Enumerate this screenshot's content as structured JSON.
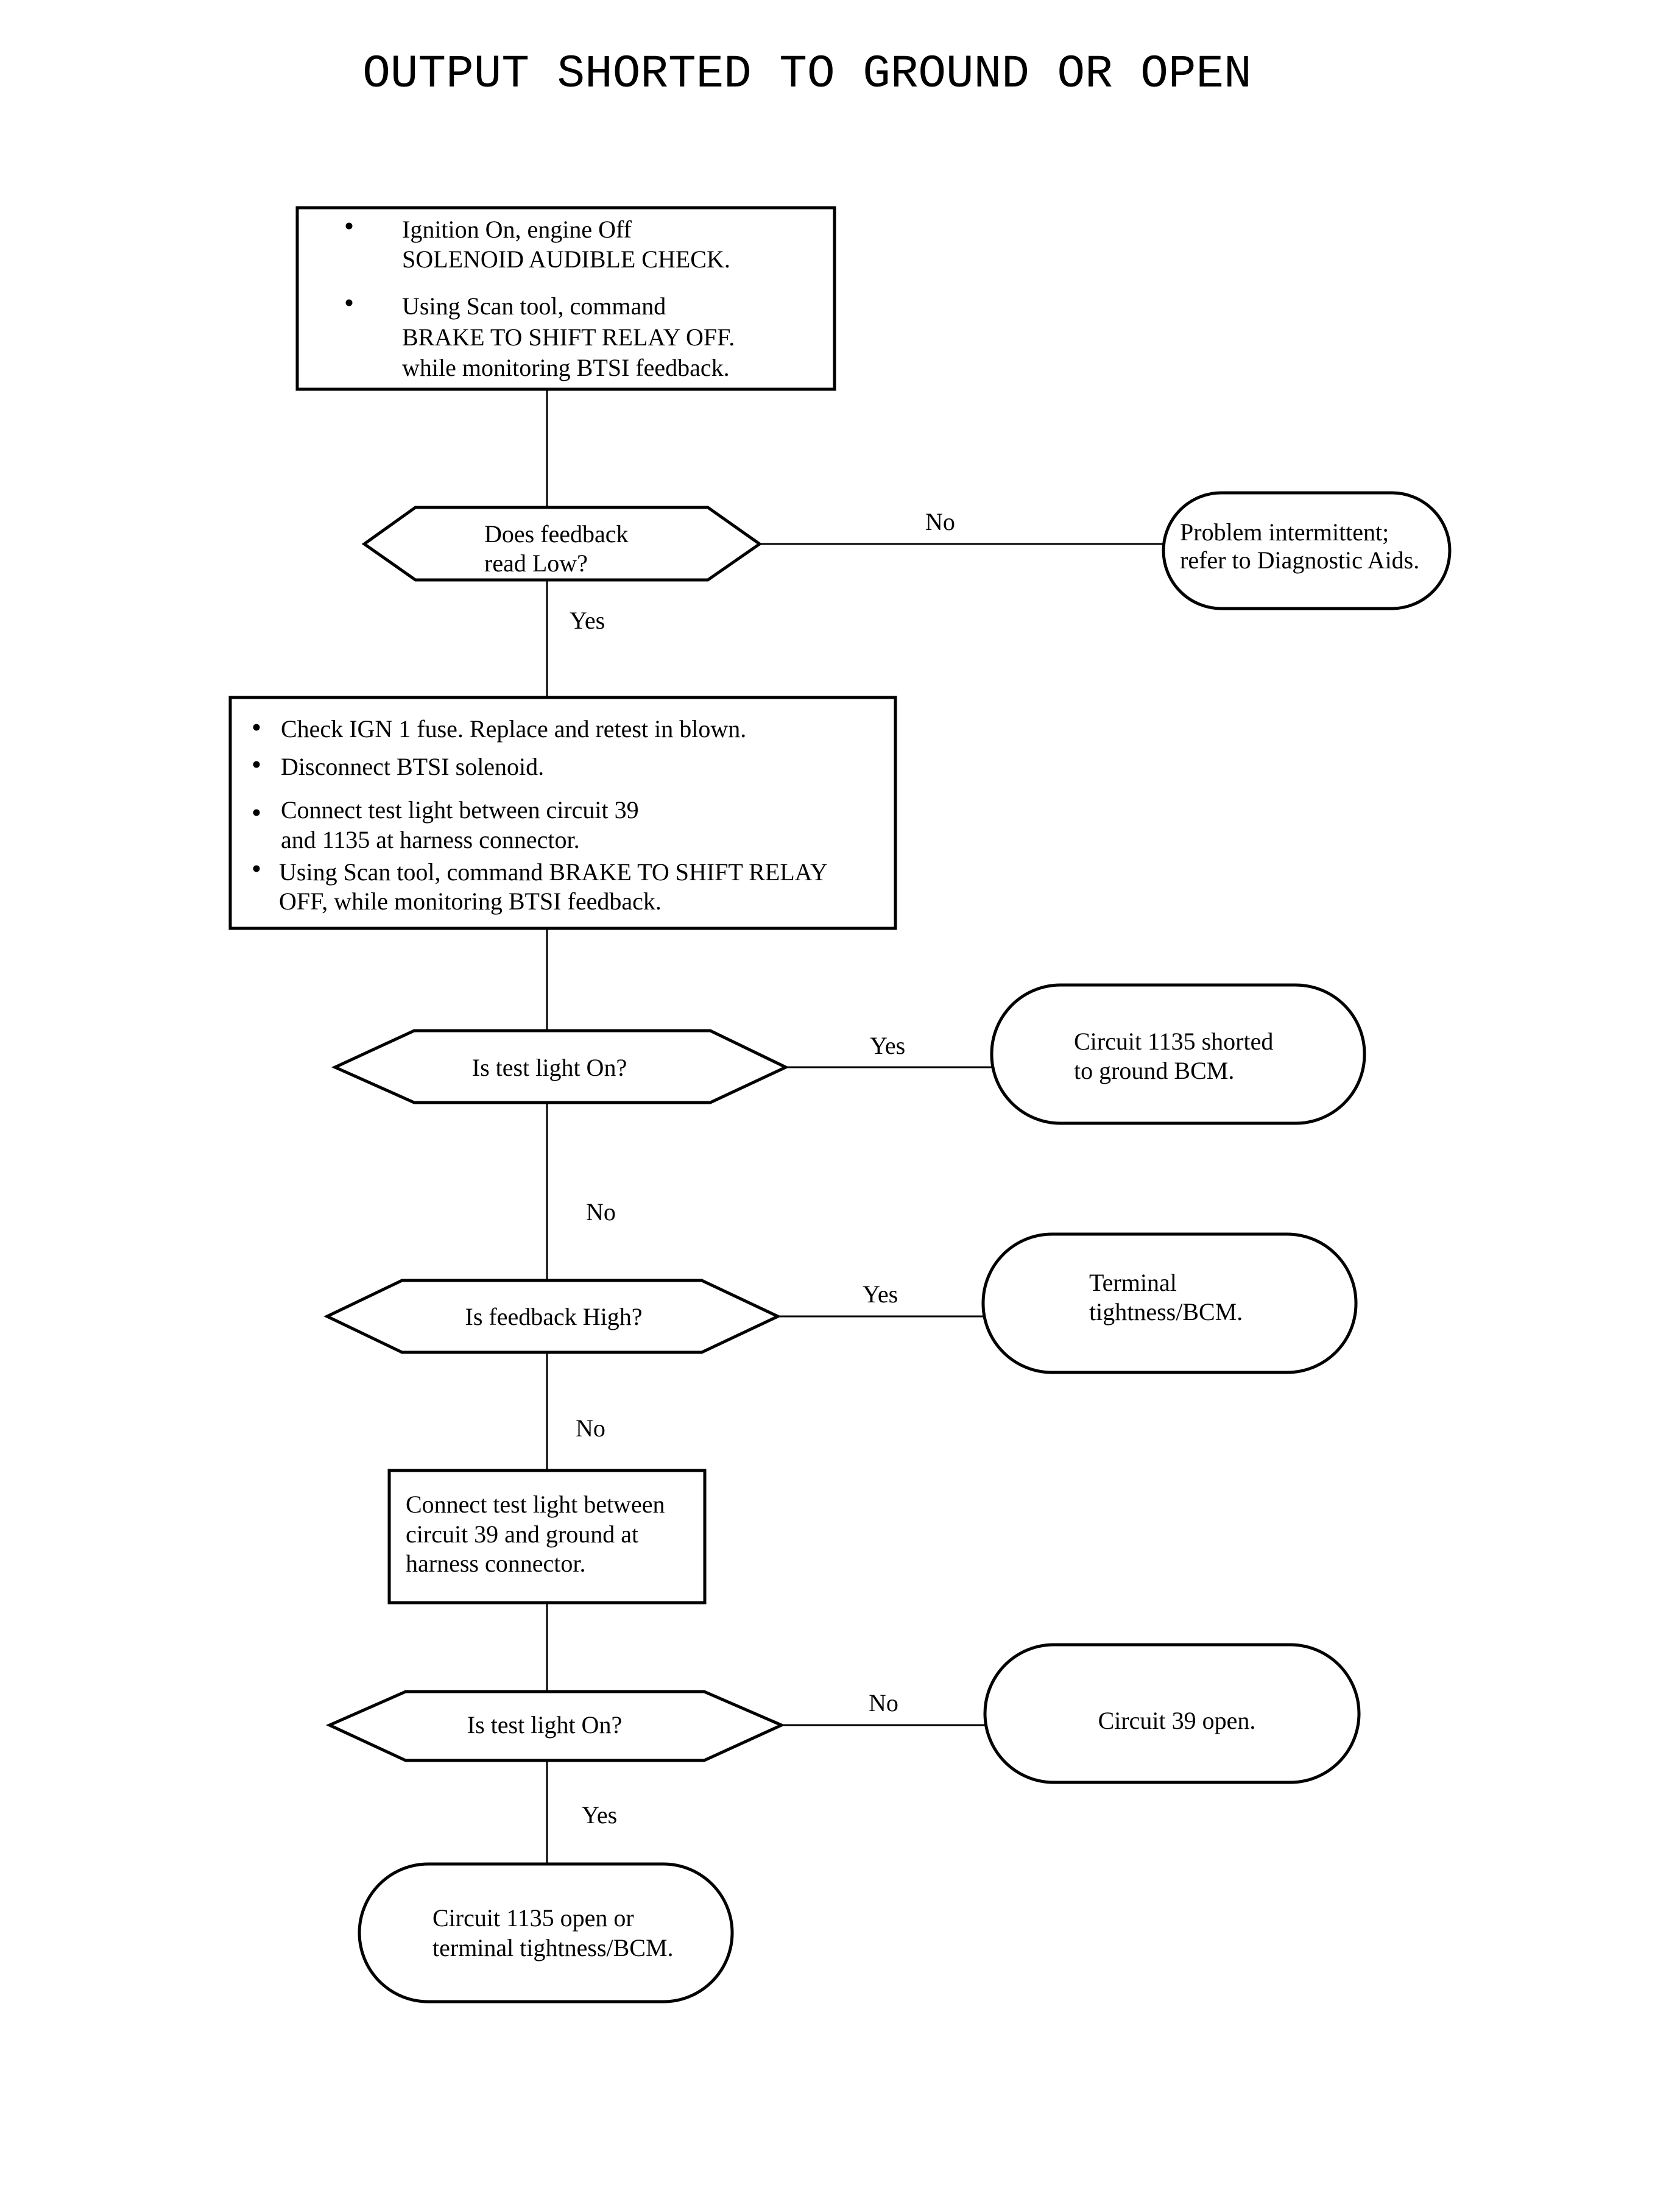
{
  "title": "OUTPUT SHORTED TO GROUND OR OPEN",
  "colors": {
    "line": "#000000",
    "background": "#ffffff"
  },
  "nodes": {
    "step1": {
      "bullets": [
        [
          "Ignition On, engine Off",
          "SOLENOID AUDIBLE CHECK."
        ],
        [
          "Using Scan tool, command",
          "BRAKE TO SHIFT RELAY OFF.",
          "while monitoring BTSI feedback."
        ]
      ]
    },
    "decision1": {
      "lines": [
        "Does feedback",
        "read Low?"
      ]
    },
    "end1": {
      "lines": [
        "Problem intermittent;",
        "refer to Diagnostic Aids."
      ]
    },
    "step2": {
      "bullets": [
        [
          "Check IGN 1 fuse.  Replace and retest in blown."
        ],
        [
          "Disconnect BTSI solenoid."
        ],
        [
          "Connect test light  between circuit 39",
          "and 1135 at harness connector."
        ],
        [
          "Using Scan tool, command BRAKE TO SHIFT RELAY",
          "OFF, while monitoring BTSI feedback."
        ]
      ]
    },
    "decision2": {
      "lines": [
        "Is test light On?"
      ]
    },
    "end2": {
      "lines": [
        "Circuit 1135 shorted",
        "to ground BCM."
      ]
    },
    "decision3": {
      "lines": [
        "Is feedback High?"
      ]
    },
    "end3": {
      "lines": [
        "Terminal",
        "tightness/BCM."
      ]
    },
    "step3": {
      "lines": [
        "Connect test light between",
        "circuit 39 and ground at",
        "harness connector."
      ]
    },
    "decision4": {
      "lines": [
        "Is test light On?"
      ]
    },
    "end4": {
      "lines": [
        "Circuit 39 open."
      ]
    },
    "end5": {
      "lines": [
        "Circuit 1135 open or",
        "terminal tightness/BCM."
      ]
    }
  },
  "edges": {
    "d1_no": "No",
    "d1_yes": "Yes",
    "d2_yes": "Yes",
    "d2_no": "No",
    "d3_yes": "Yes",
    "d3_no": "No",
    "d4_no": "No",
    "d4_yes": "Yes"
  }
}
